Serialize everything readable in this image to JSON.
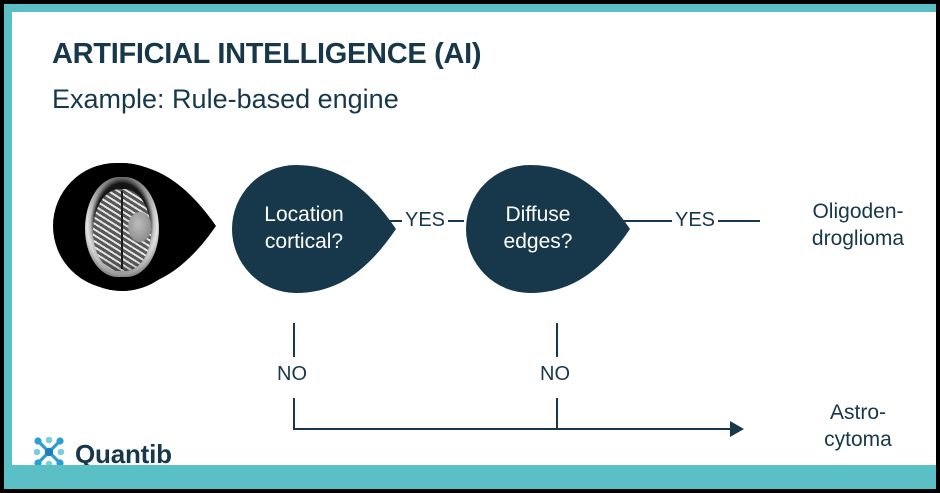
{
  "slide": {
    "title": "ARTIFICIAL INTELLIGENCE (AI)",
    "subtitle": "Example: Rule-based engine",
    "frame_color": "#5bbfc6",
    "accent_color": "#16384a",
    "background": "#ffffff"
  },
  "diagram": {
    "input": {
      "name": "brain-mri-axial-slice",
      "alt": "Axial brain MRI slice showing a lesion"
    },
    "decisions": [
      {
        "id": "decision-1",
        "line1": "Location",
        "line2": "cortical?"
      },
      {
        "id": "decision-2",
        "line1": "Diffuse",
        "line2": "edges?"
      }
    ],
    "edges": {
      "yes_1": "YES",
      "yes_2": "YES",
      "no_1": "NO",
      "no_2": "NO"
    },
    "outcomes": [
      {
        "id": "outcome-oligodendroglioma",
        "line1": "Oligoden-",
        "line2": "droglioma"
      },
      {
        "id": "outcome-astrocytoma",
        "line1": "Astro-",
        "line2": "cytoma"
      }
    ]
  },
  "logo": {
    "text": "Quantib",
    "icon": "quantib-network-icon",
    "icon_colors": [
      "#2a9fd6",
      "#7ccfd6",
      "#1d7fb8"
    ]
  }
}
